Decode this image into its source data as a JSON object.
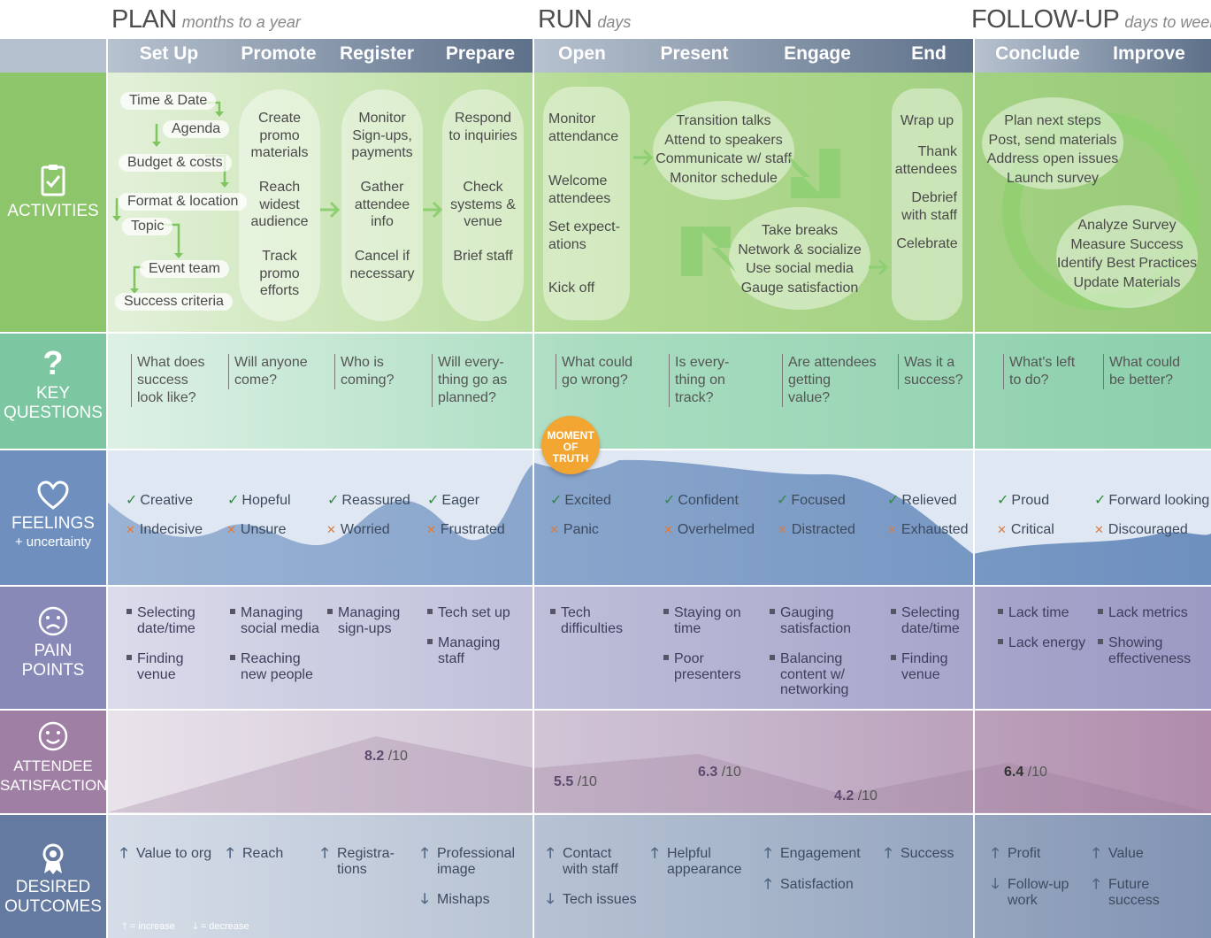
{
  "stages": [
    {
      "title": "PLAN",
      "subtitle": "months to a year"
    },
    {
      "title": "RUN",
      "subtitle": "days"
    },
    {
      "title": "FOLLOW-UP",
      "subtitle": "days to weeks"
    }
  ],
  "phases": [
    "Set Up",
    "Promote",
    "Register",
    "Prepare",
    "Open",
    "Present",
    "Engage",
    "End",
    "Conclude",
    "Improve"
  ],
  "rows": {
    "activities": "ACTIVITIES",
    "questions": [
      "KEY",
      "QUESTIONS"
    ],
    "feelings": [
      "FEELINGS",
      "+ uncertainty"
    ],
    "pain": [
      "PAIN",
      "POINTS"
    ],
    "satisfaction": [
      "ATTENDEE",
      "SATISFACTION"
    ],
    "outcomes": [
      "DESIRED",
      "OUTCOMES"
    ]
  },
  "setup_tags": [
    "Time & Date",
    "Agenda",
    "Budget & costs",
    "Format & location",
    "Topic",
    "Event team",
    "Success criteria"
  ],
  "activities": {
    "promote": [
      "Create",
      "promo",
      "materials",
      "Reach",
      "widest",
      "audience",
      "Track",
      "promo",
      "efforts"
    ],
    "register": [
      "Monitor",
      "Sign-ups,",
      "payments",
      "Gather",
      "attendee",
      "info",
      "Cancel if",
      "necessary"
    ],
    "prepare": [
      "Respond",
      "to inquiries",
      "Check",
      "systems &",
      "venue",
      "Brief staff"
    ],
    "open": [
      "Monitor",
      "attendance",
      "Welcome",
      "attendees",
      "Set expect-",
      "ations",
      "Kick off"
    ],
    "present": [
      "Transition talks",
      "Attend to speakers",
      "Communicate w/ staff",
      "Monitor schedule"
    ],
    "engage": [
      "Take breaks",
      "Network & socialize",
      "Use social media",
      "Gauge satisfaction"
    ],
    "end": [
      "Wrap up",
      "Thank",
      "attendees",
      "Debrief",
      "with staff",
      "Celebrate"
    ],
    "conclude": [
      "Plan next steps",
      "Post, send materials",
      "Address open issues",
      "Launch survey"
    ],
    "improve": [
      "Analyze Survey",
      "Measure Success",
      "Identify Best Practices",
      "Update Materials"
    ]
  },
  "questions": [
    [
      "What does",
      "success",
      "look like?"
    ],
    [
      "Will anyone",
      "come?"
    ],
    [
      "Who is",
      "coming?"
    ],
    [
      "Will every-",
      "thing go as",
      "planned?"
    ],
    [
      "What could",
      "go wrong?"
    ],
    [
      "Is every-",
      "thing on",
      "track?"
    ],
    [
      "Are attendees",
      "getting",
      "value?"
    ],
    [
      "Was it a",
      "success?"
    ],
    [
      "What's left",
      "to do?"
    ],
    [
      "What could",
      "be better?"
    ]
  ],
  "moment_of_truth": [
    "MOMENT",
    "OF",
    "TRUTH"
  ],
  "feelings_positive": [
    "Creative",
    "Hopeful",
    "Reassured",
    "Eager",
    "Excited",
    "Confident",
    "Focused",
    "Relieved",
    "Proud",
    "Forward looking"
  ],
  "feelings_negative": [
    "Indecisive",
    "Unsure",
    "Worried",
    "Frustrated",
    "Panic",
    "Overhelmed",
    "Distracted",
    "Exhausted",
    "Critical",
    "Discouraged"
  ],
  "pain_points": [
    [
      "Selecting",
      "date/time"
    ],
    [
      "Finding",
      "venue"
    ],
    [
      "Managing",
      "social media"
    ],
    [
      "Reaching",
      "new people"
    ],
    [
      "Managing",
      "sign-ups"
    ],
    [
      "Tech set up"
    ],
    [
      "Managing",
      "staff"
    ],
    [
      "Tech",
      "difficulties"
    ],
    [
      "Staying on",
      "time"
    ],
    [
      "Poor",
      "presenters"
    ],
    [
      "Gauging",
      "satisfaction"
    ],
    [
      "Balancing",
      "content w/",
      "networking"
    ],
    [
      "Selecting",
      "date/time"
    ],
    [
      "Finding",
      "venue"
    ],
    [
      "Lack time"
    ],
    [
      "Lack energy"
    ],
    [
      "Lack metrics"
    ],
    [
      "Showing",
      "effectiveness"
    ]
  ],
  "satisfaction_scores": [
    {
      "value": "8.2",
      "suffix": "/10"
    },
    {
      "value": "5.5",
      "suffix": "/10"
    },
    {
      "value": "6.3",
      "suffix": "/10"
    },
    {
      "value": "4.2",
      "suffix": "/10"
    },
    {
      "value": "6.4",
      "suffix": "/10"
    }
  ],
  "outcomes": [
    {
      "dir": "up",
      "lines": [
        "Value to org"
      ]
    },
    {
      "dir": "up",
      "lines": [
        "Reach"
      ]
    },
    {
      "dir": "up",
      "lines": [
        "Registra-",
        "tions"
      ]
    },
    {
      "dir": "up",
      "lines": [
        "Professional",
        "image"
      ]
    },
    {
      "dir": "down",
      "lines": [
        "Mishaps"
      ]
    },
    {
      "dir": "up",
      "lines": [
        "Contact",
        "with staff"
      ]
    },
    {
      "dir": "down",
      "lines": [
        "Tech issues"
      ]
    },
    {
      "dir": "up",
      "lines": [
        "Helpful",
        "appearance"
      ]
    },
    {
      "dir": "up",
      "lines": [
        "Engagement"
      ]
    },
    {
      "dir": "up",
      "lines": [
        "Satisfaction"
      ]
    },
    {
      "dir": "up",
      "lines": [
        "Success"
      ]
    },
    {
      "dir": "up",
      "lines": [
        "Profit"
      ]
    },
    {
      "dir": "down",
      "lines": [
        "Follow-up",
        "work"
      ]
    },
    {
      "dir": "up",
      "lines": [
        "Value"
      ]
    },
    {
      "dir": "up",
      "lines": [
        "Future",
        "success"
      ]
    }
  ],
  "legend": {
    "increase": "= increase",
    "decrease": "= decrease"
  },
  "colors": {
    "activities": "#9ccc7d",
    "questions": "#8fcca9",
    "feelings": "#7d9cc6",
    "pain": "#9292bd",
    "satisfaction": "#a48aaa",
    "outcomes": "#6f83a8",
    "moment": "#f3a531",
    "arrows": "#8fcf74"
  }
}
